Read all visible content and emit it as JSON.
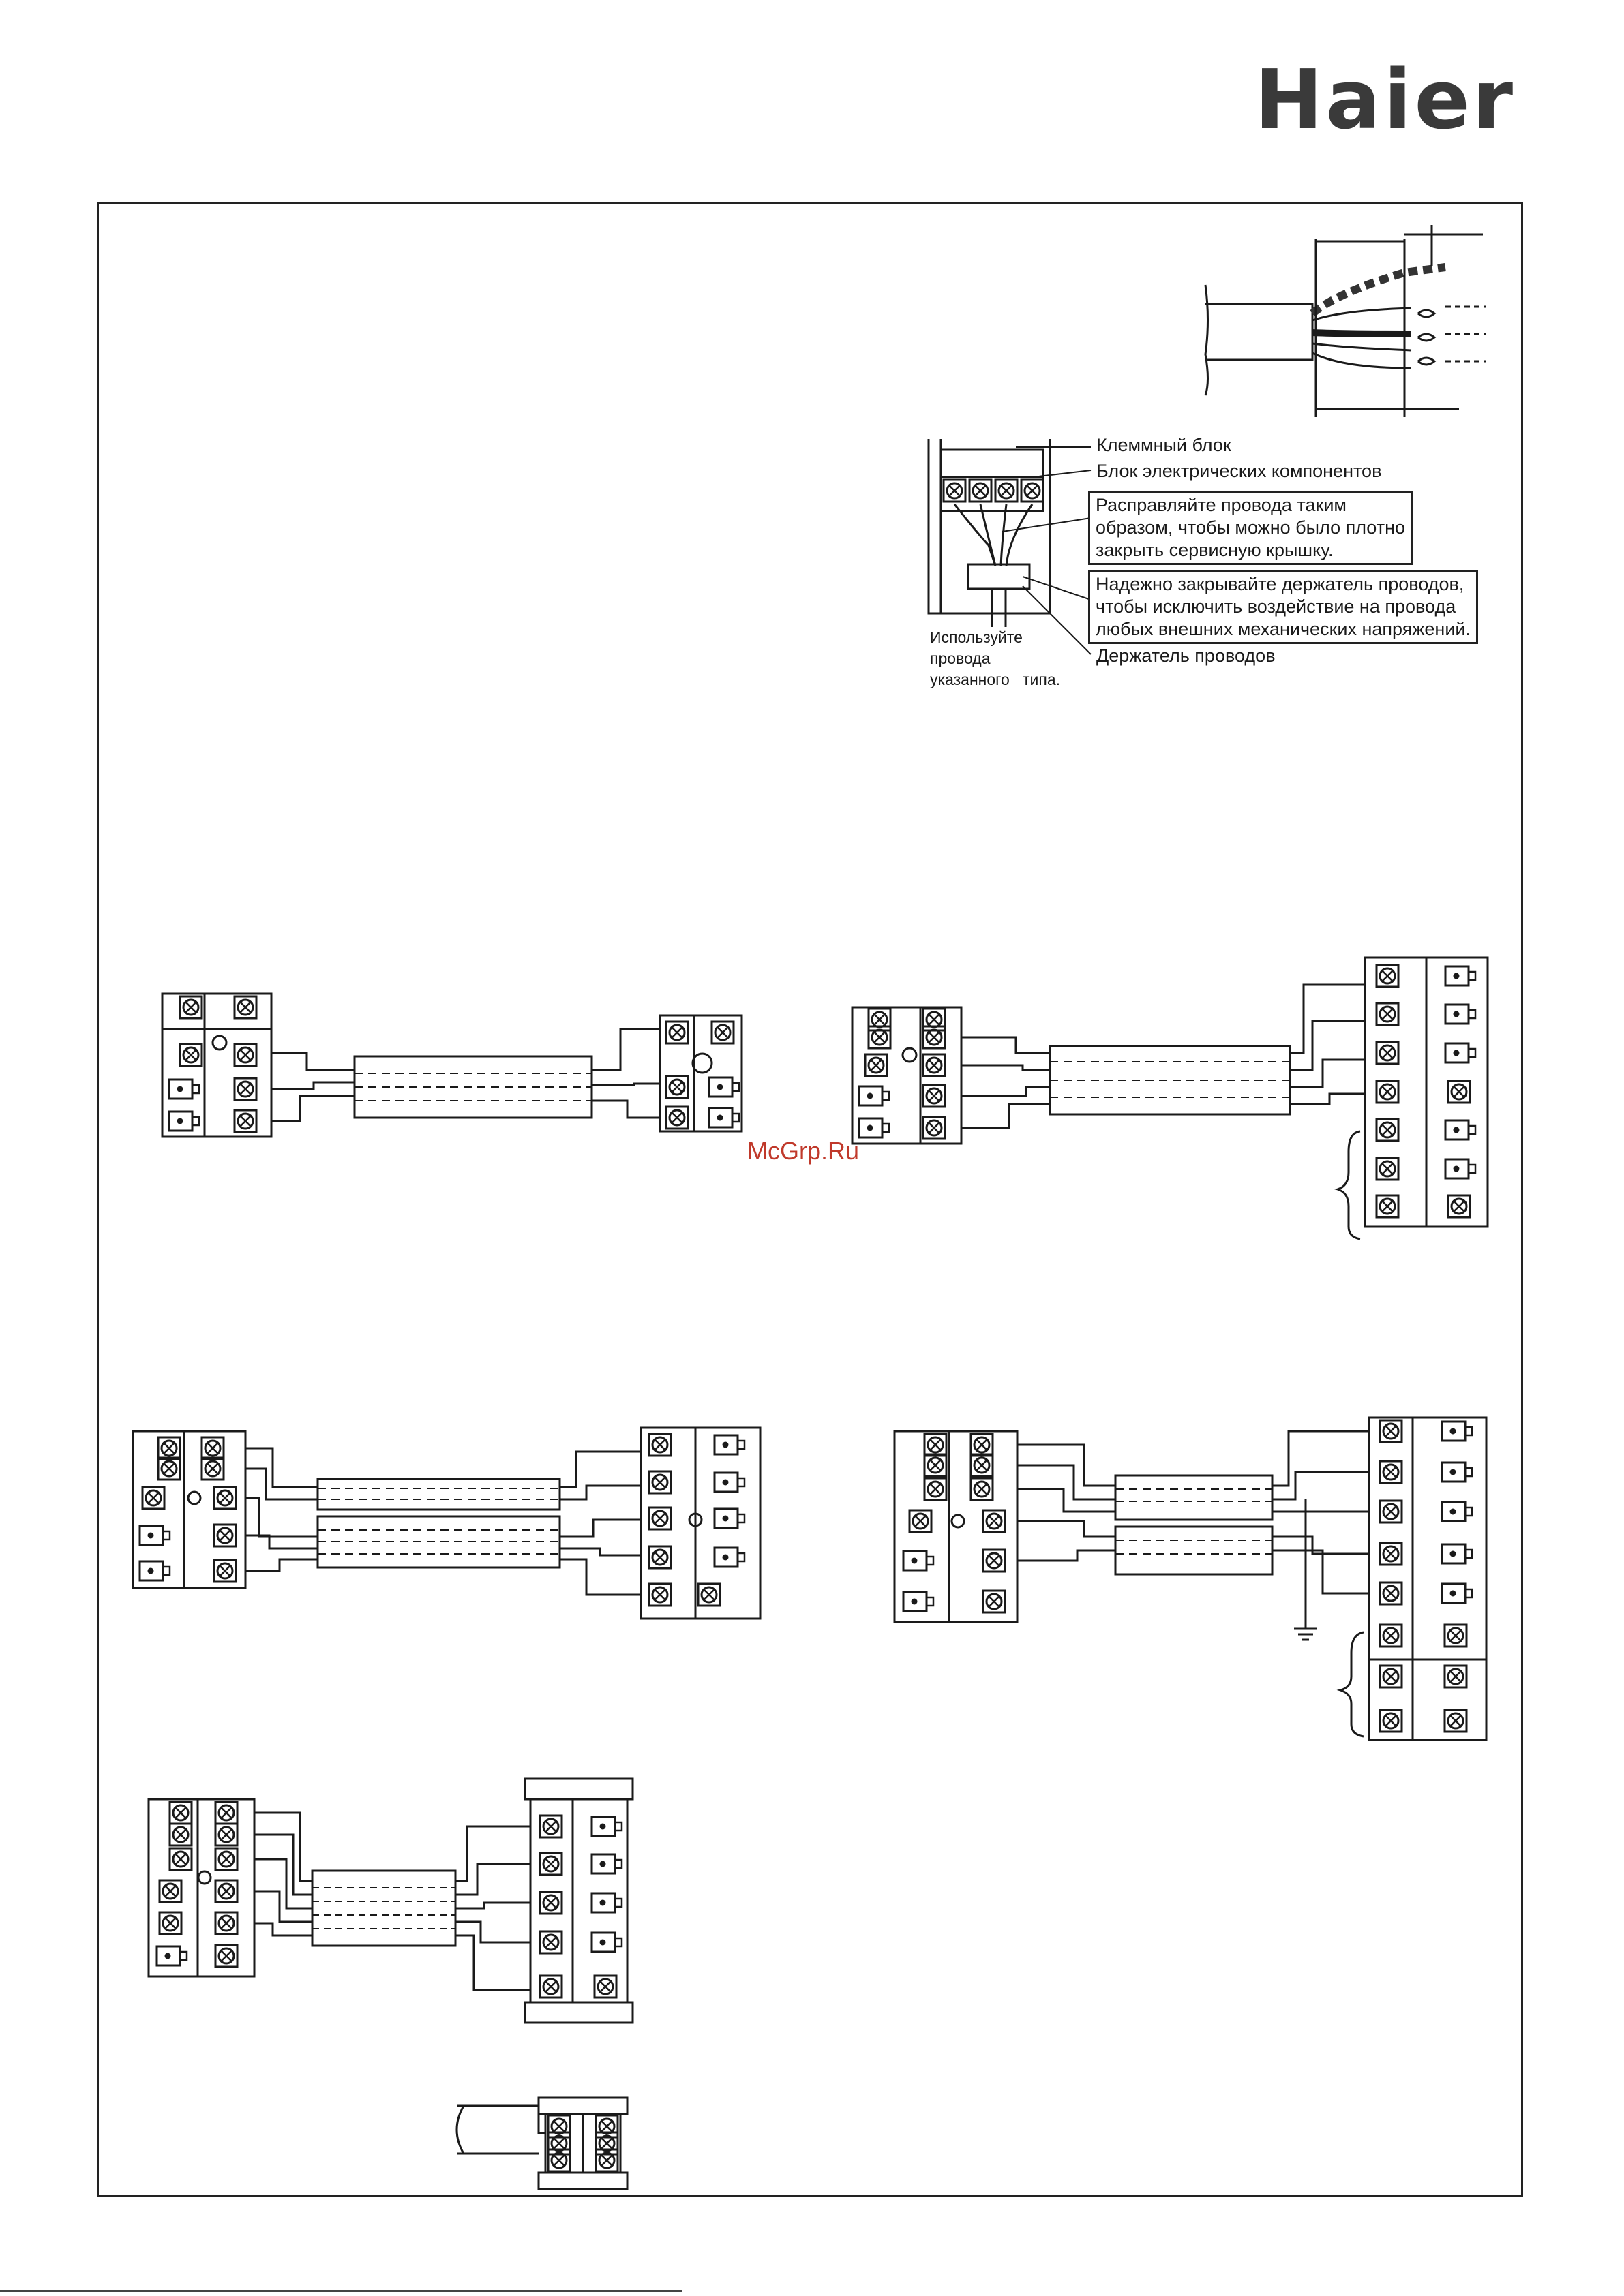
{
  "header": {
    "brand": "Haier"
  },
  "labels": {
    "terminal_block": "Клеммный блок",
    "component_block": "Блок электрических компонентов",
    "arrange_note": [
      "Расправляйте провода таким",
      "образом, чтобы можно было плотно",
      "закрыть сервисную крышку."
    ],
    "holder_note": [
      "Надежно закрывайте держатель проводов,",
      "чтобы исключить воздействие на провода",
      "любых внешних механических напряжений."
    ],
    "wire_holder": "Держатель проводов",
    "use_wires": [
      "Используйте",
      "провода",
      "указанного   типа."
    ]
  },
  "watermark": "McGrp.Ru",
  "colors": {
    "line": "#1a1a1a",
    "watermark": "#c0392b",
    "logo": "#3a3a3a"
  }
}
